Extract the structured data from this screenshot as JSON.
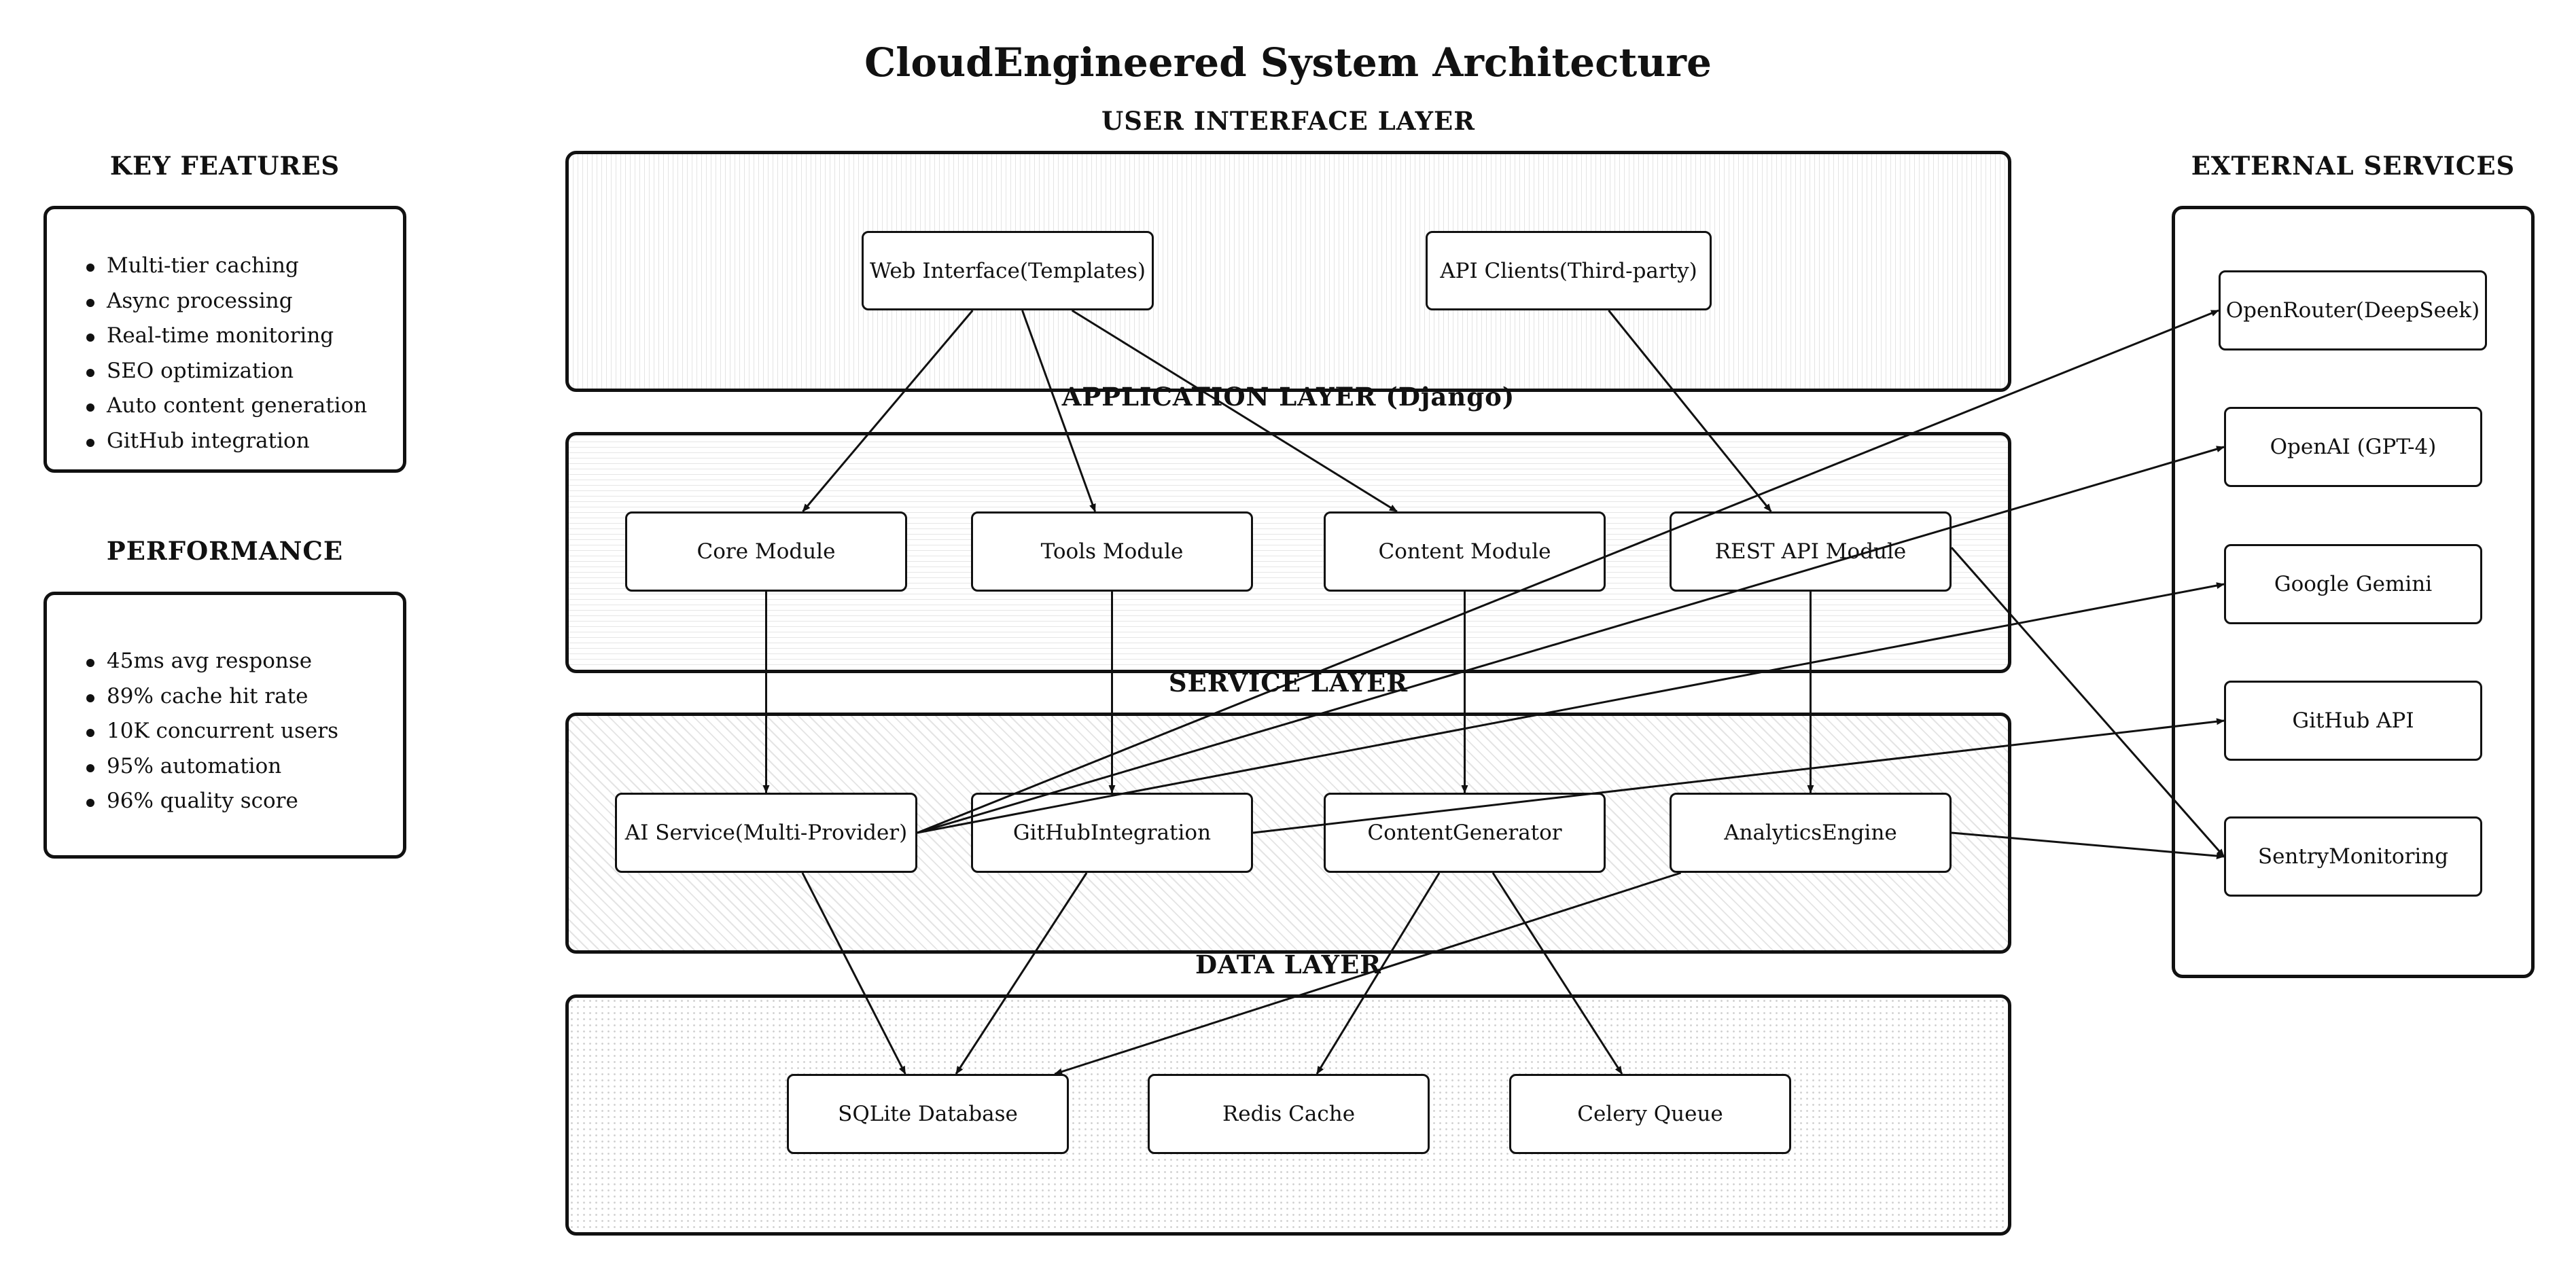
{
  "title": "CloudEngineered System Architecture",
  "layers": {
    "ui": {
      "label": "USER INTERFACE LAYER",
      "web_interface": "Web Interface(Templates)",
      "api_clients": "API Clients(Third-party)"
    },
    "app": {
      "label": "APPLICATION LAYER (Django)",
      "core_module": "Core Module",
      "tools_module": "Tools Module",
      "content_module": "Content Module",
      "rest_api_module": "REST API Module"
    },
    "service": {
      "label": "SERVICE LAYER",
      "ai_service": "AI Service(Multi-Provider)",
      "github_integration": "GitHubIntegration",
      "content_generator": "ContentGenerator",
      "analytics_engine": "AnalyticsEngine"
    },
    "data": {
      "label": "DATA LAYER",
      "sqlite_database": "SQLite Database",
      "redis_cache": "Redis Cache",
      "celery_queue": "Celery Queue"
    }
  },
  "external": {
    "label": "EXTERNAL SERVICES",
    "openrouter": "OpenRouter(DeepSeek)",
    "openai": "OpenAI (GPT-4)",
    "gemini": "Google Gemini",
    "github_api": "GitHub API",
    "sentry": "SentryMonitoring"
  },
  "key_features": {
    "label": "KEY FEATURES",
    "items": [
      "Multi-tier caching",
      "Async processing",
      "Real-time monitoring",
      "SEO optimization",
      "Auto content generation",
      "GitHub integration"
    ]
  },
  "performance": {
    "label": "PERFORMANCE",
    "items": [
      "45ms avg response",
      "89% cache hit rate",
      "10K concurrent users",
      "95% automation",
      "96% quality score"
    ]
  },
  "connections": [
    [
      "web_interface",
      "core_module"
    ],
    [
      "web_interface",
      "tools_module"
    ],
    [
      "web_interface",
      "content_module"
    ],
    [
      "api_clients",
      "rest_api_module"
    ],
    [
      "core_module",
      "ai_service"
    ],
    [
      "tools_module",
      "github_integration"
    ],
    [
      "content_module",
      "content_generator"
    ],
    [
      "rest_api_module",
      "analytics_engine"
    ],
    [
      "ai_service",
      "openrouter"
    ],
    [
      "ai_service",
      "openai"
    ],
    [
      "ai_service",
      "gemini"
    ],
    [
      "github_integration",
      "github_api"
    ],
    [
      "analytics_engine",
      "sentry"
    ],
    [
      "rest_api_module",
      "sentry"
    ],
    [
      "ai_service",
      "sqlite_database"
    ],
    [
      "github_integration",
      "sqlite_database"
    ],
    [
      "analytics_engine",
      "sqlite_database"
    ],
    [
      "content_generator",
      "redis_cache"
    ],
    [
      "content_generator",
      "celery_queue"
    ]
  ]
}
